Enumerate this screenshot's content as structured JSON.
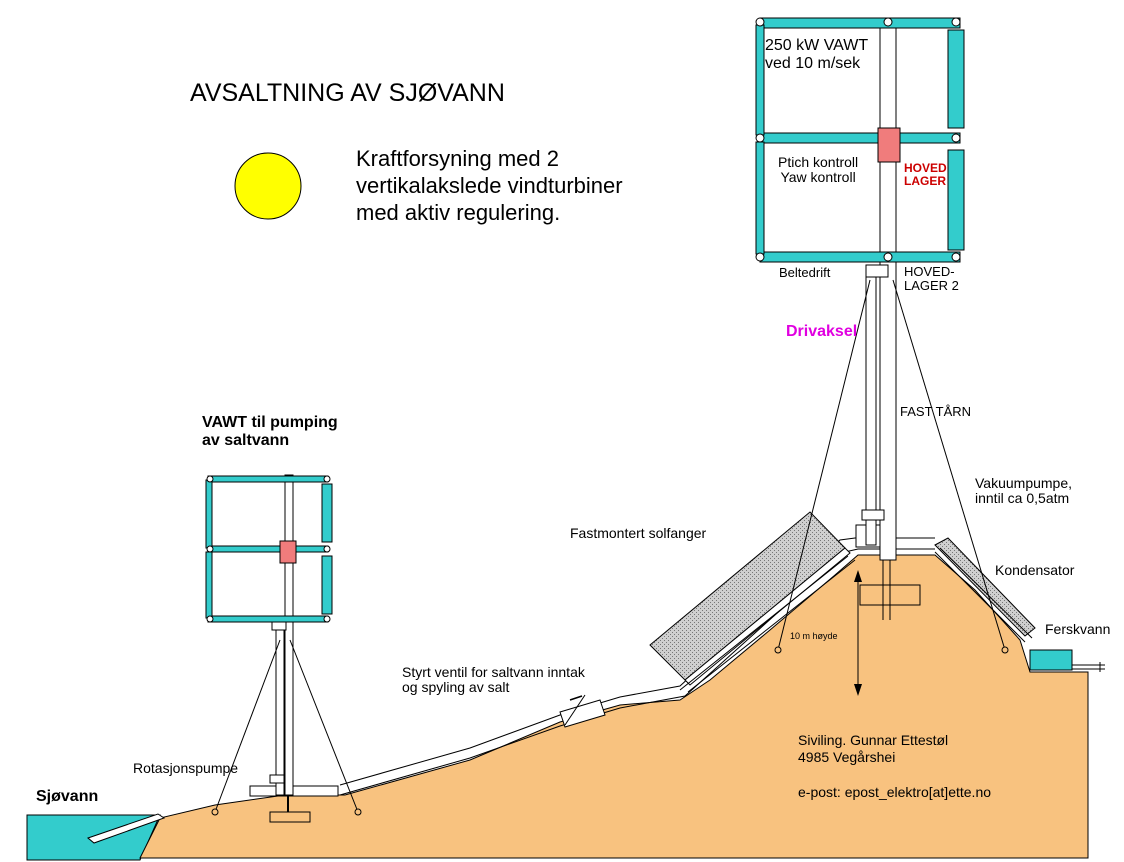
{
  "title": "AVSALTNING AV SJØVANN",
  "subtitle_lines": [
    "Kraftforsyning med 2",
    "vertikalakslede vindturbiner",
    "med aktiv regulering."
  ],
  "big_turbine": {
    "rating_line1": "250 kW   VAWT",
    "rating_line2": "ved  10 m/sek",
    "control_line1": "Ptich kontroll",
    "control_line2": "Yaw kontroll",
    "main_bearing_line1": "HOVED",
    "main_bearing_line2": "LAGER",
    "belt_drive": "Beltedrift",
    "bearing2_line1": "HOVED-",
    "bearing2_line2": "LAGER 2",
    "drive_shaft": "Drivaksel",
    "fixed_tower": "FAST TÅRN"
  },
  "small_turbine": {
    "label_line1": "VAWT til pumping",
    "label_line2": "av saltvann",
    "pump": "Rotasjonspumpe"
  },
  "labels": {
    "sea_water": "Sjøvann",
    "valve_line1": "Styrt ventil for saltvann inntak",
    "valve_line2": "og spyling av salt",
    "solar_collector": "Fastmontert solfanger",
    "vacuum_line1": "Vakuumpumpe,",
    "vacuum_line2": "inntil ca 0,5atm",
    "condenser": "Kondensator",
    "fresh_water": "Ferskvann",
    "height": "10 m høyde"
  },
  "contact": {
    "line1": "Siviling. Gunnar Ettestøl",
    "line2": "4985 Vegårshei",
    "line3": "e-post:  epost_elektro[at]ette.no"
  },
  "colors": {
    "ground": "#f8c27f",
    "water": "#33cccc",
    "turbine_frame": "#33cccc",
    "hub": "#f07c7c",
    "sun": "#ffff00",
    "solar_panel": "#c8c8c8",
    "highlight_red": "#cc0000",
    "highlight_magenta": "#e000e0"
  }
}
